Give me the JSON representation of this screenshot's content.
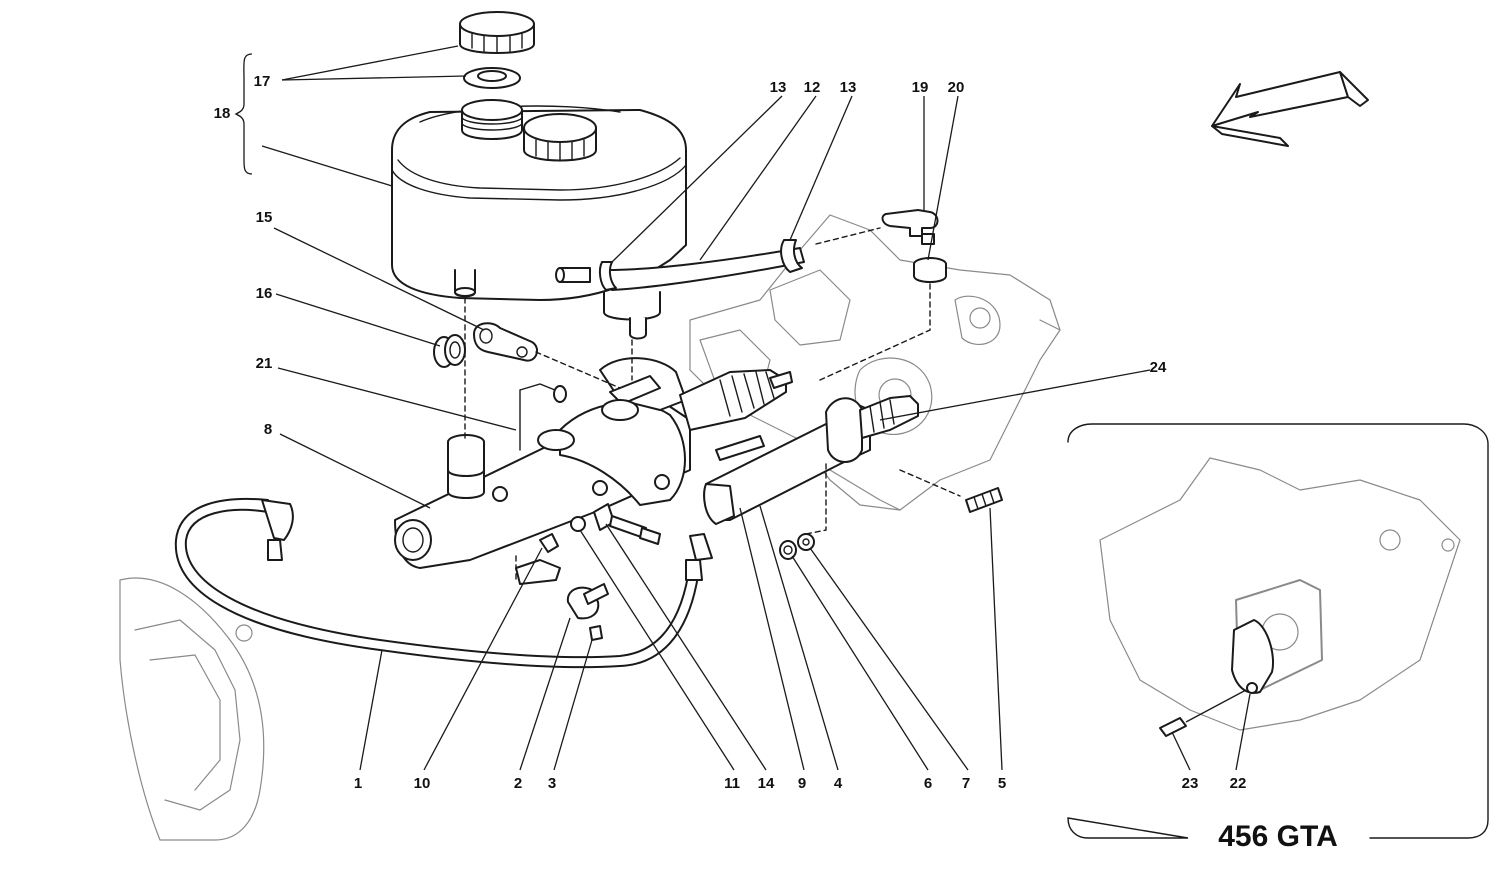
{
  "callouts": {
    "c1": "1",
    "c2": "2",
    "c3": "3",
    "c4": "4",
    "c5": "5",
    "c6": "6",
    "c7": "7",
    "c8": "8",
    "c9": "9",
    "c10": "10",
    "c11": "11",
    "c12": "12",
    "c13a": "13",
    "c13b": "13",
    "c14": "14",
    "c15": "15",
    "c16": "16",
    "c17": "17",
    "c18": "18",
    "c19": "19",
    "c20": "20",
    "c21": "21",
    "c22": "22",
    "c23": "23",
    "c24": "24"
  },
  "inset": {
    "title": "456 GTA"
  },
  "colors": {
    "line": "#1a1a1a",
    "faint": "#8a8a8a",
    "background": "#ffffff"
  }
}
